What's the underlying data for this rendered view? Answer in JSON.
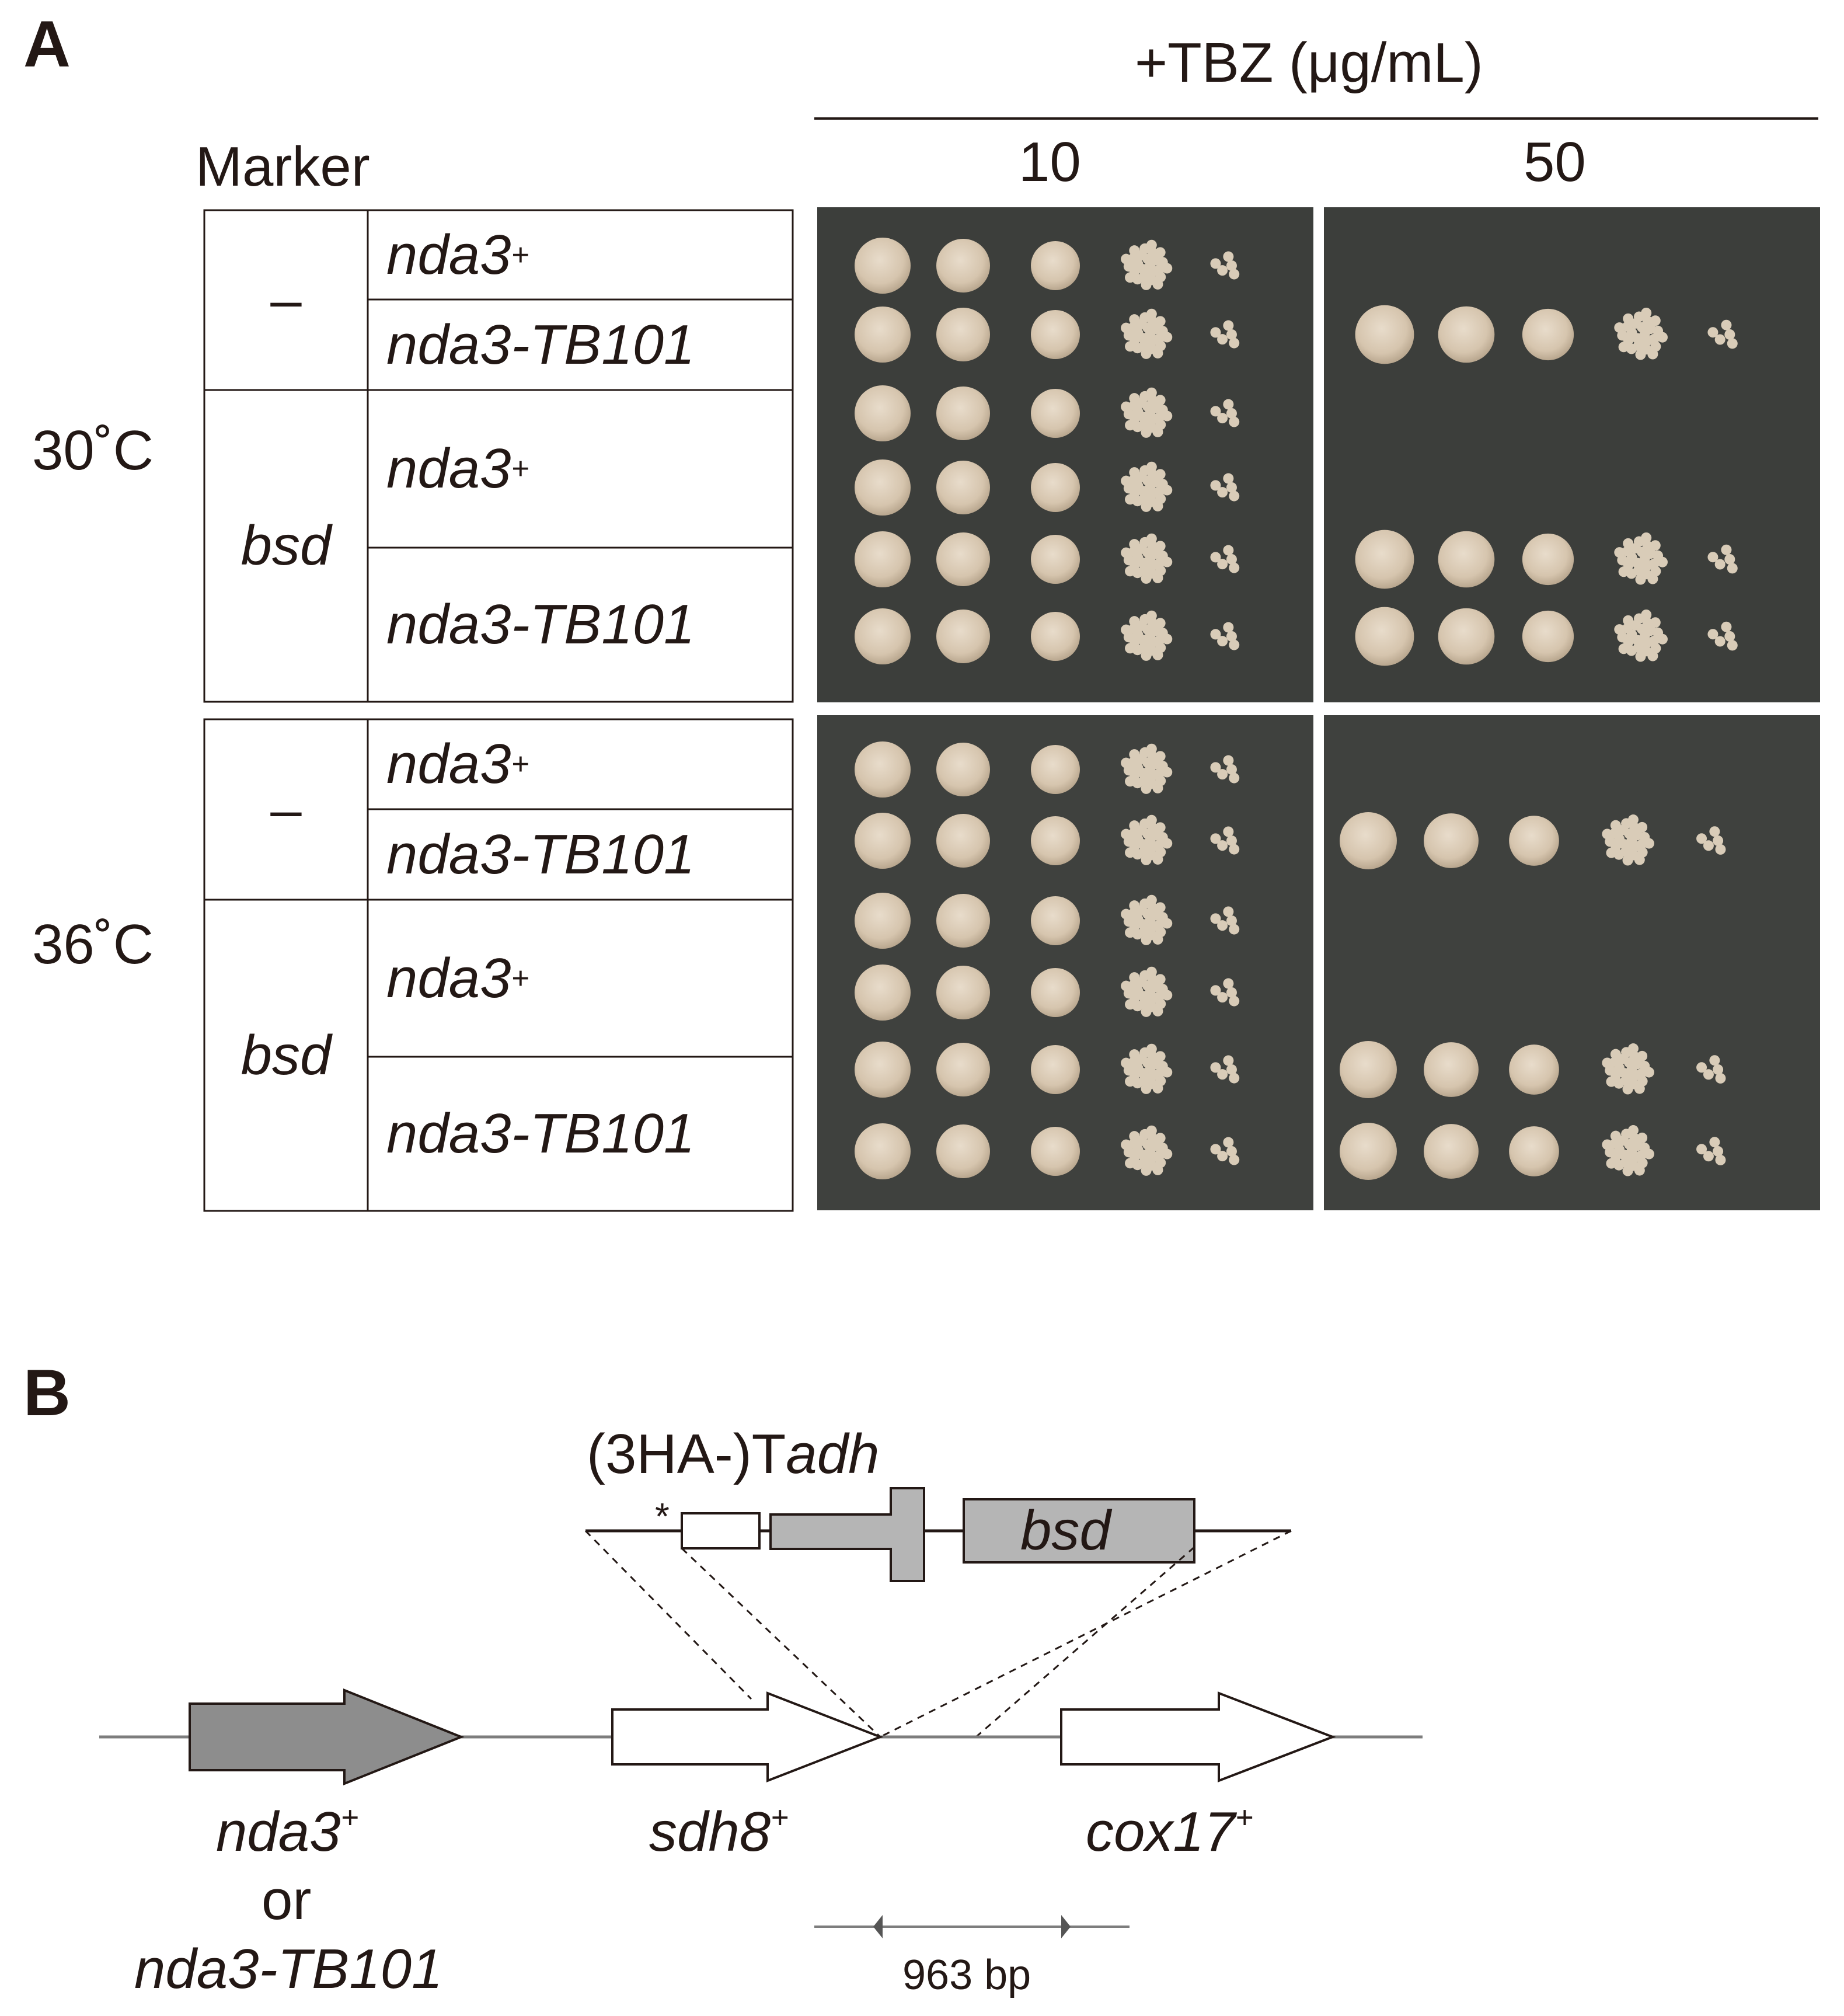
{
  "panels": {
    "a": "A",
    "b": "B"
  },
  "panel_a": {
    "treatment_header": "+TBZ (μg/mL)",
    "concentrations": [
      "10",
      "50"
    ],
    "marker_header": "Marker",
    "temperatures": [
      "30˚C",
      "36˚C"
    ],
    "rows": [
      {
        "marker": "–",
        "allele": "nda3",
        "allele_sup": "+"
      },
      {
        "marker": "",
        "allele": "nda3-TB101",
        "allele_sup": ""
      },
      {
        "marker": "bsd",
        "allele": "nda3",
        "allele_sup": "+"
      },
      {
        "marker": "",
        "allele": "nda3-TB101",
        "allele_sup": ""
      }
    ]
  },
  "panel_b": {
    "construct_label_prefix": "(3HA-)T",
    "construct_label_italic": "adh",
    "asterisk": "*",
    "bsd_box": "bsd",
    "genes": [
      {
        "name": "nda3",
        "sup": "+"
      },
      {
        "name": "sdh8",
        "sup": "+"
      },
      {
        "name": "cox17",
        "sup": "+"
      }
    ],
    "nda3_alt_or": "or",
    "nda3_alt": "nda3-TB101",
    "distance_label": "963 bp"
  }
}
